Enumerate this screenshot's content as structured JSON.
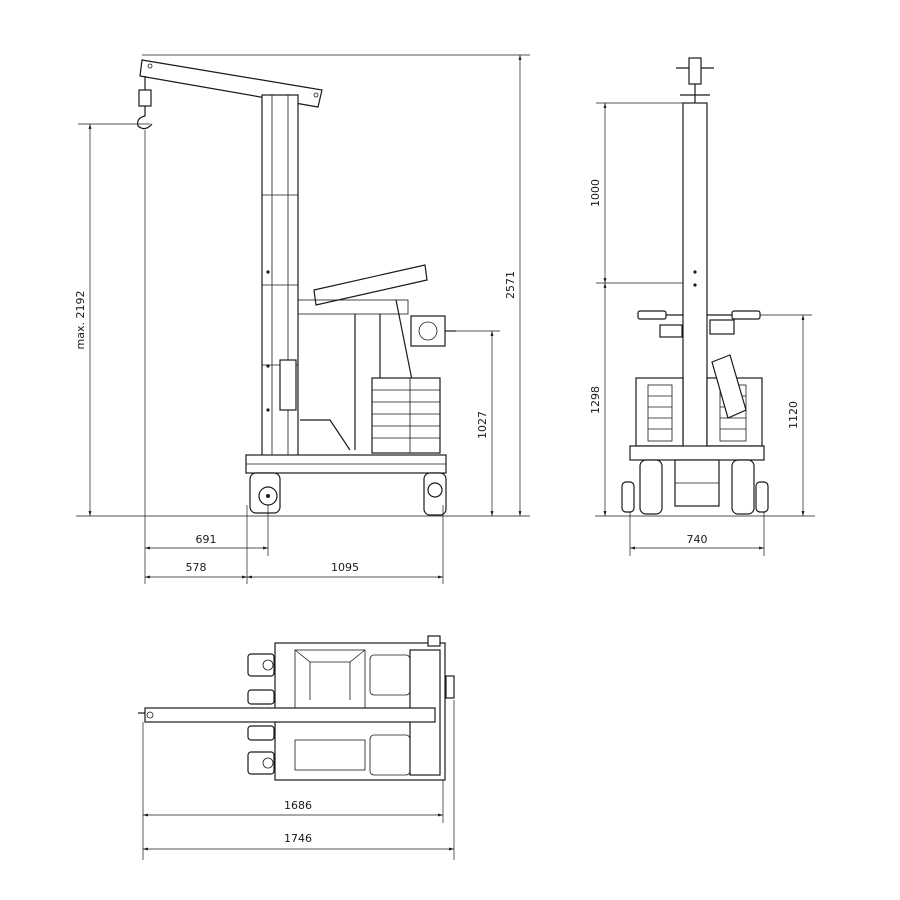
{
  "dimensions": {
    "side_max_hook_height": "max. 2192",
    "side_total_height": "2571",
    "side_arm_axis_height": "1027",
    "side_hook_offset": "691",
    "side_front_offset": "578",
    "side_wheelbase": "1095",
    "front_mast_extension": "1000",
    "front_mast_height": "1298",
    "front_handle_height": "1120",
    "front_width": "740",
    "top_length_inner": "1686",
    "top_length_outer": "1746"
  }
}
